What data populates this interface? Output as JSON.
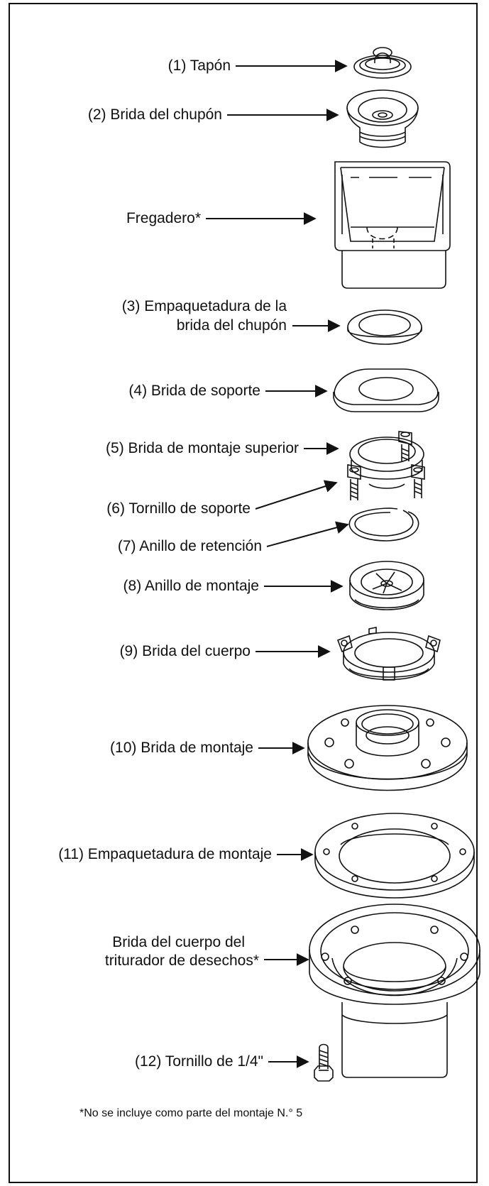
{
  "parts": [
    {
      "label": "(1) Tapón"
    },
    {
      "label": "(2) Brida del chupón"
    },
    {
      "label": "Fregadero*"
    },
    {
      "label_line1": "(3) Empaquetadura de la",
      "label_line2": "brida del chupón"
    },
    {
      "label": "(4) Brida de soporte"
    },
    {
      "label": "(5) Brida de montaje superior"
    },
    {
      "label": "(6) Tornillo de soporte"
    },
    {
      "label": "(7) Anillo de retención"
    },
    {
      "label": "(8) Anillo de montaje"
    },
    {
      "label": "(9) Brida del cuerpo"
    },
    {
      "label": "(10) Brida de montaje"
    },
    {
      "label": "(11) Empaquetadura de montaje"
    },
    {
      "label_line1": "Brida del cuerpo del",
      "label_line2": "triturador de desechos*"
    },
    {
      "label": "(12) Tornillo de 1/4\""
    }
  ],
  "footnote": "*No se incluye como parte del montaje N.° 5",
  "colors": {
    "stroke": "#111111",
    "background": "#ffffff"
  }
}
